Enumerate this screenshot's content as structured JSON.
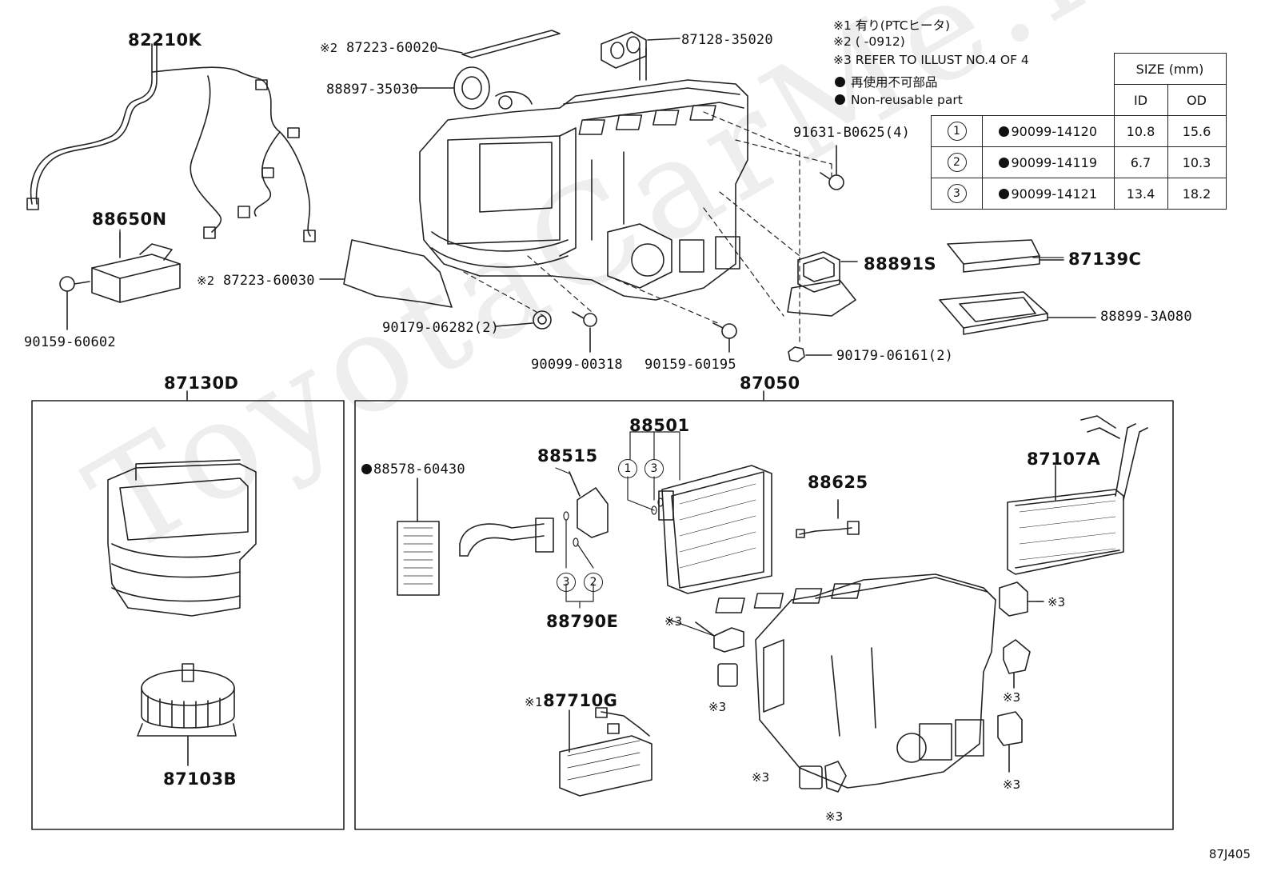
{
  "legend": {
    "note1": "※1 有り(PTCヒータ)",
    "note2": "※2 (    -0912)",
    "note3": "※3 REFER TO ILLUST NO.4 OF 4",
    "non_reusable_jp": "再使用不可部品",
    "non_reusable_en": "Non-reusable part"
  },
  "size_table": {
    "header": "SIZE (mm)",
    "col_id": "ID",
    "col_od": "OD",
    "rows": [
      {
        "ref": "1",
        "part": "90099-14120",
        "id": "10.8",
        "od": "15.6"
      },
      {
        "ref": "2",
        "part": "90099-14119",
        "id": "6.7",
        "od": "10.3"
      },
      {
        "ref": "3",
        "part": "90099-14121",
        "id": "13.4",
        "od": "18.2"
      }
    ]
  },
  "parts": {
    "p82210K": "82210K",
    "p88650N": "88650N",
    "p90159_60602": "90159-60602",
    "p87223_60020": "87223-60020",
    "p88897_35030": "88897-35030",
    "p87128_35020": "87128-35020",
    "p87223_60030": "87223-60030",
    "p90179_06282": "90179-06282(2)",
    "p90099_00318": "90099-00318",
    "p90159_60195": "90159-60195",
    "p91631_B0625": "91631-B0625(4)",
    "p88891S": "88891S",
    "p90179_06161": "90179-06161(2)",
    "p87139C": "87139C",
    "p88899_3A080": "88899-3A080",
    "p87130D": "87130D",
    "p87103B": "87103B",
    "p87050": "87050",
    "p88578_60430": "88578-60430",
    "p88515": "88515",
    "p88501": "88501",
    "p88790E": "88790E",
    "p88625": "88625",
    "p87107A": "87107A",
    "p87710G": "87710G"
  },
  "marks": {
    "m2": "※2",
    "m1": "※1",
    "m3": "※3",
    "c1": "1",
    "c2": "2",
    "c3": "3"
  },
  "watermark": "ToyotaCarMe.ru",
  "diagram_code": "87J405"
}
